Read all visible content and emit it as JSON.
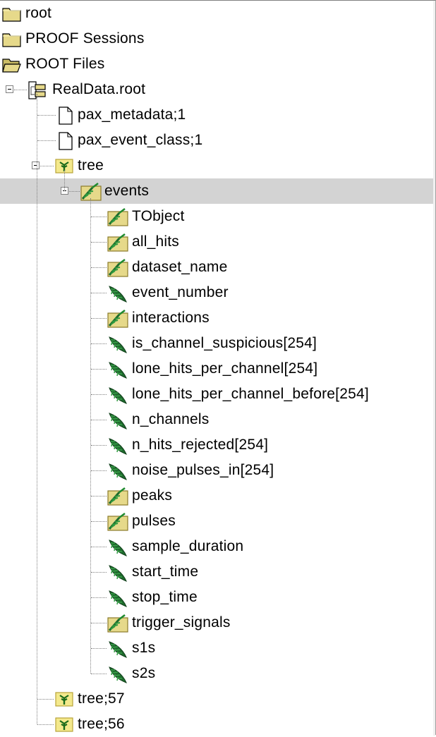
{
  "tree": {
    "nodes": [
      {
        "label": "root",
        "icon": "folder-closed-icon"
      },
      {
        "label": "PROOF Sessions",
        "icon": "folder-closed-icon"
      },
      {
        "label": "ROOT Files",
        "icon": "folder-open-icon"
      },
      {
        "label": "RealData.root",
        "icon": "root-file-icon"
      },
      {
        "label": "pax_metadata;1",
        "icon": "document-icon"
      },
      {
        "label": "pax_event_class;1",
        "icon": "document-icon"
      },
      {
        "label": "tree",
        "icon": "tree-icon"
      },
      {
        "label": "events",
        "icon": "branch-folder-icon",
        "selected": true
      },
      {
        "label": "TObject",
        "icon": "branch-folder-icon"
      },
      {
        "label": "all_hits",
        "icon": "branch-folder-icon"
      },
      {
        "label": "dataset_name",
        "icon": "branch-folder-icon"
      },
      {
        "label": "event_number",
        "icon": "leaf-icon"
      },
      {
        "label": "interactions",
        "icon": "branch-folder-icon"
      },
      {
        "label": "is_channel_suspicious[254]",
        "icon": "leaf-icon"
      },
      {
        "label": "lone_hits_per_channel[254]",
        "icon": "leaf-icon"
      },
      {
        "label": "lone_hits_per_channel_before[254]",
        "icon": "leaf-icon"
      },
      {
        "label": "n_channels",
        "icon": "leaf-icon"
      },
      {
        "label": "n_hits_rejected[254]",
        "icon": "leaf-icon"
      },
      {
        "label": "noise_pulses_in[254]",
        "icon": "leaf-icon"
      },
      {
        "label": "peaks",
        "icon": "branch-folder-icon"
      },
      {
        "label": "pulses",
        "icon": "branch-folder-icon"
      },
      {
        "label": "sample_duration",
        "icon": "leaf-icon"
      },
      {
        "label": "start_time",
        "icon": "leaf-icon"
      },
      {
        "label": "stop_time",
        "icon": "leaf-icon"
      },
      {
        "label": "trigger_signals",
        "icon": "branch-folder-icon"
      },
      {
        "label": "s1s",
        "icon": "leaf-icon"
      },
      {
        "label": "s2s",
        "icon": "leaf-icon"
      },
      {
        "label": "tree;57",
        "icon": "tree-icon"
      },
      {
        "label": "tree;56",
        "icon": "tree-icon"
      }
    ]
  },
  "colors": {
    "selection": "#d3d3d3",
    "folder": "#e6d98a",
    "leaf": "#1f6b2e"
  }
}
